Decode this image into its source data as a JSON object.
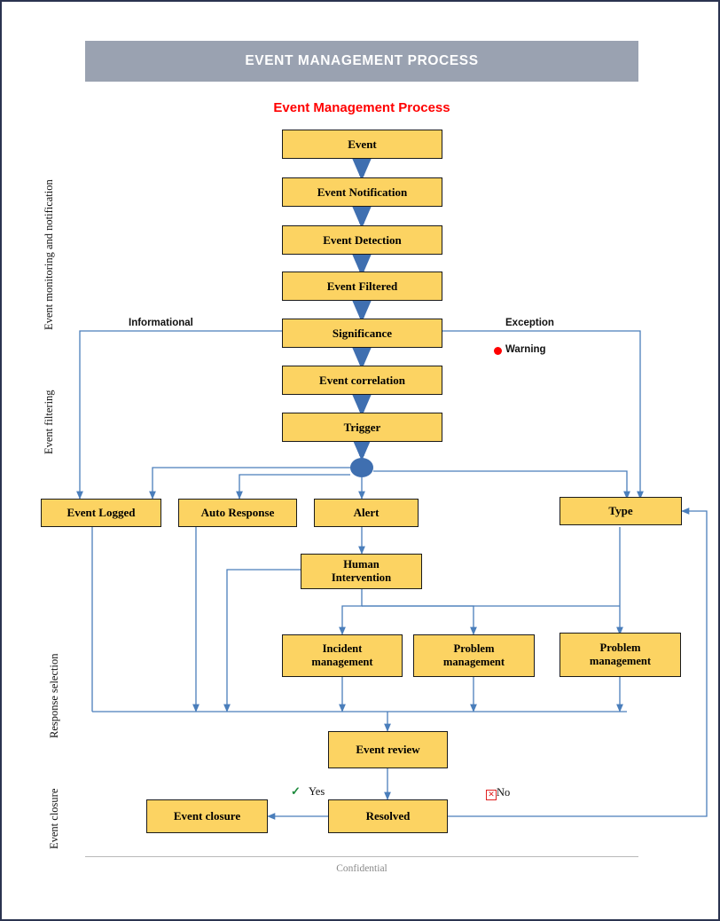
{
  "document": {
    "banner_title": "EVENT MANAGEMENT PROCESS",
    "diagram_title": "Event Management Process",
    "footer": "Confidential",
    "accent_banner_color": "#9aa2b1",
    "accent_title_color": "#ff0000",
    "box_fill_color": "#fcd362",
    "connector_color": "#4a7ebb",
    "page_border_color": "#2b3350"
  },
  "lanes": [
    {
      "label": "Event monitoring and notification"
    },
    {
      "label": "Event filtering"
    },
    {
      "label": "Response selection"
    },
    {
      "label": "Event closure"
    }
  ],
  "nodes": [
    {
      "id": "event",
      "label": "Event"
    },
    {
      "id": "event-notification",
      "label": "Event Notification"
    },
    {
      "id": "event-detection",
      "label": "Event Detection"
    },
    {
      "id": "event-filtered",
      "label": "Event Filtered"
    },
    {
      "id": "significance",
      "label": "Significance"
    },
    {
      "id": "event-correlation",
      "label": "Event correlation"
    },
    {
      "id": "trigger",
      "label": "Trigger"
    },
    {
      "id": "event-logged",
      "label": "Event Logged"
    },
    {
      "id": "auto-response",
      "label": "Auto Response"
    },
    {
      "id": "alert",
      "label": "Alert"
    },
    {
      "id": "type",
      "label": "Type"
    },
    {
      "id": "human-intervention",
      "label": "Human\nIntervention",
      "line1": "Human",
      "line2": "Intervention"
    },
    {
      "id": "incident-management",
      "label": "Incident management",
      "line1": "Incident",
      "line2": "management"
    },
    {
      "id": "problem-management-1",
      "label": "Problem management",
      "line1": "Problem",
      "line2": "management"
    },
    {
      "id": "problem-management-2",
      "label": "Problem management",
      "line1": "Problem",
      "line2": "management"
    },
    {
      "id": "event-review",
      "label": "Event review"
    },
    {
      "id": "resolved",
      "label": "Resolved"
    },
    {
      "id": "event-closure",
      "label": "Event closure"
    }
  ],
  "edge_labels": {
    "informational": "Informational",
    "exception": "Exception",
    "warning": "Warning",
    "yes": "Yes",
    "no": "No"
  }
}
